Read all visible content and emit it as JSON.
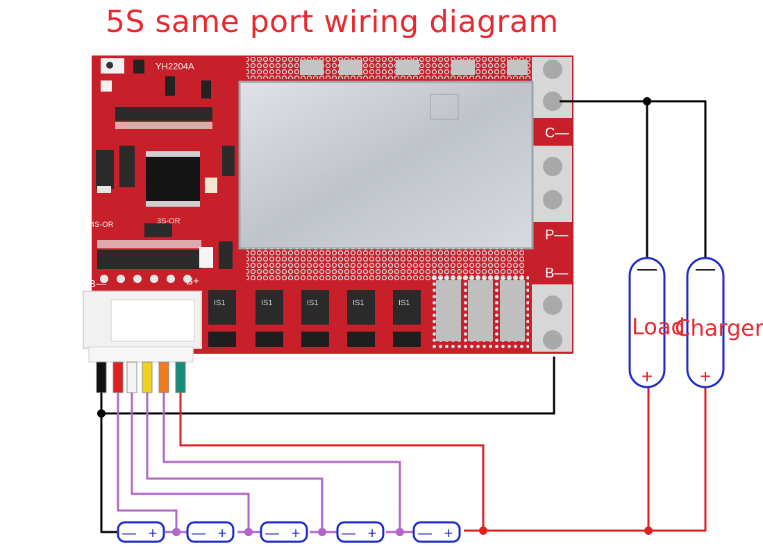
{
  "title": "5S same port wiring diagram",
  "board": {
    "model": "YH2204A",
    "chip_labels": [
      "4S-OR",
      "3S-OR"
    ],
    "fet_label": "IS1",
    "edge_labels": {
      "c_minus": "C—",
      "p_minus": "P—",
      "b_minus_right": "B—",
      "b_minus_left": "B—",
      "b_plus": "B+"
    }
  },
  "load": {
    "label": "Load",
    "neg": "—",
    "pos": "+"
  },
  "charger": {
    "label": "Charger",
    "neg": "—",
    "pos": "+"
  },
  "cells": [
    {
      "neg": "—",
      "pos": "+"
    },
    {
      "neg": "—",
      "pos": "+"
    },
    {
      "neg": "—",
      "pos": "+"
    },
    {
      "neg": "—",
      "pos": "+"
    },
    {
      "neg": "—",
      "pos": "+"
    }
  ],
  "colors": {
    "title": "#e8282e",
    "pcb": "#c8202a",
    "shield": "#c9cdd1",
    "wire_negative": "#000000",
    "wire_positive": "#e02020",
    "wire_balance": "#b264c8",
    "battery_outline": "#1d2ac8"
  },
  "connector_wire_colors": [
    "#111111",
    "#e02020",
    "#f4f4f4",
    "#f2d020",
    "#f07a20",
    "#178c78"
  ]
}
